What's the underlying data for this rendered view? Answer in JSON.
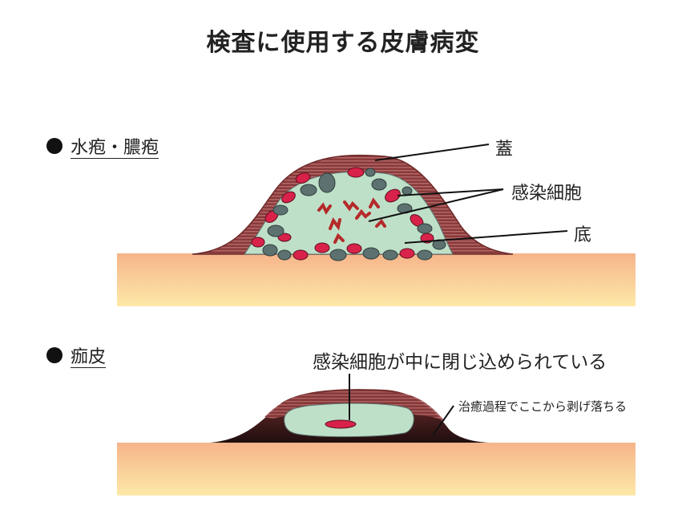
{
  "title": "検査に使用する皮膚病変",
  "section1": {
    "label": "水疱・膿疱"
  },
  "section2": {
    "label": "痂皮"
  },
  "annotations": {
    "lid": "蓋",
    "infected_cells": "感染細胞",
    "base": "底",
    "trapped": "感染細胞が中に閉じ込められている",
    "peel": "治癒過程でここから剥げ落ちる"
  },
  "colors": {
    "skin_top": "#f6b48a",
    "skin_bottom": "#fde9a8",
    "dome": "#8a3a3a",
    "fluid": "#bfe0c8",
    "cell_red": "#d8224a",
    "cell_gray": "#5c7170",
    "crust_dark": "#2a1414"
  }
}
